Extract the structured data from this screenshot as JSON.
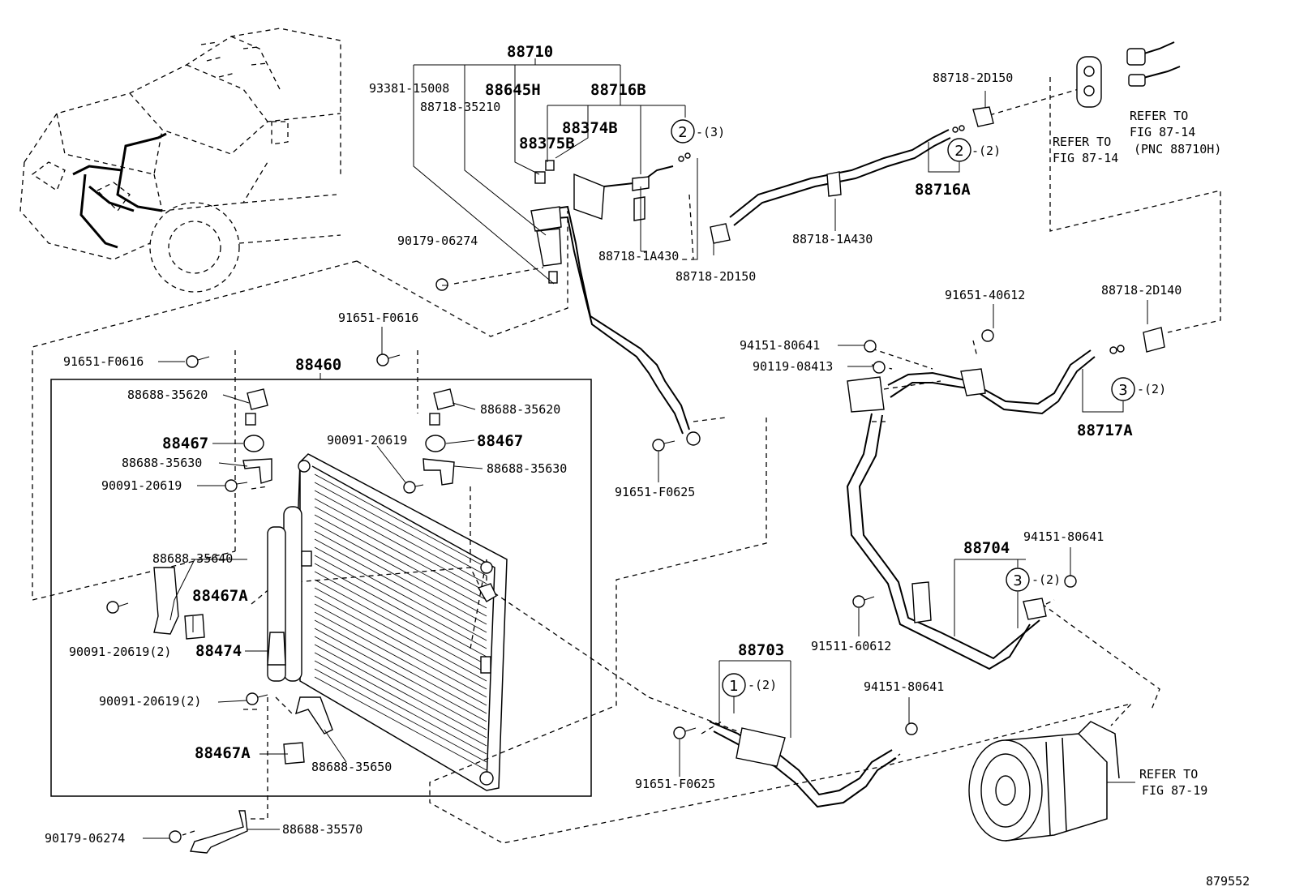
{
  "diagram_id": "879552",
  "labels": {
    "pnc_88710": "88710",
    "pnc_93381_15008": "93381-15008",
    "pnc_88645H": "88645H",
    "pnc_88716B": "88716B",
    "pnc_88718_35210": "88718-35210",
    "pnc_88374B": "88374B",
    "pnc_88375B": "88375B",
    "ring_qty_3": "-(3)",
    "pnc_90179_06274_top": "90179-06274",
    "pnc_88718_1A430_a": "88718-1A430",
    "pnc_88718_2D150_a": "88718-2D150",
    "pnc_88718_1A430_b": "88718-1A430",
    "pnc_88718_2D150_b": "88718-2D150",
    "ring2_qty_b": "-(2)",
    "pnc_88716A": "88716A",
    "refer_a_1": "REFER TO",
    "refer_a_2": "FIG 87-14",
    "refer_b_1": "REFER TO",
    "refer_b_2": "FIG 87-14",
    "refer_b_3": "(PNC 88710H)",
    "pnc_91651_F0616_a": "91651-F0616",
    "pnc_91651_F0616_b": "91651-F0616",
    "pnc_88460": "88460",
    "pnc_88688_35620_a": "88688-35620",
    "pnc_88688_35620_b": "88688-35620",
    "pnc_88467_a": "88467",
    "pnc_88467_b": "88467",
    "pnc_88688_35630_a": "88688-35630",
    "pnc_88688_35630_b": "88688-35630",
    "pnc_90091_20619_a": "90091-20619",
    "pnc_90091_20619_b": "90091-20619",
    "pnc_91651_F0625_a": "91651-F0625",
    "pnc_88688_35640": "88688-35640",
    "pnc_88467A_a": "88467A",
    "pnc_88474": "88474",
    "pnc_90091_20619_2a": "90091-20619(2)",
    "pnc_90091_20619_2b": "90091-20619(2)",
    "pnc_88467A_b": "88467A",
    "pnc_88688_35650": "88688-35650",
    "pnc_90179_06274_bot": "90179-06274",
    "pnc_88688_35570": "88688-35570",
    "pnc_91651_40612": "91651-40612",
    "pnc_88718_2D140": "88718-2D140",
    "pnc_94151_80641_a": "94151-80641",
    "pnc_90119_08413": "90119-08413",
    "ring3_qty_a": "-(2)",
    "pnc_88717A": "88717A",
    "pnc_88704": "88704",
    "pnc_94151_80641_b": "94151-80641",
    "ring3_qty_b": "-(2)",
    "pnc_91511_60612": "91511-60612",
    "pnc_88703": "88703",
    "ring1_qty": "-(2)",
    "pnc_94151_80641_c": "94151-80641",
    "pnc_91651_F0625_b": "91651-F0625",
    "refer_c_1": "REFER TO",
    "refer_c_2": "FIG 87-19"
  },
  "ring_markers": {
    "ring_a": "2",
    "ring_b": "2",
    "ring_c": "3",
    "ring_d": "3",
    "ring_e": "1"
  }
}
